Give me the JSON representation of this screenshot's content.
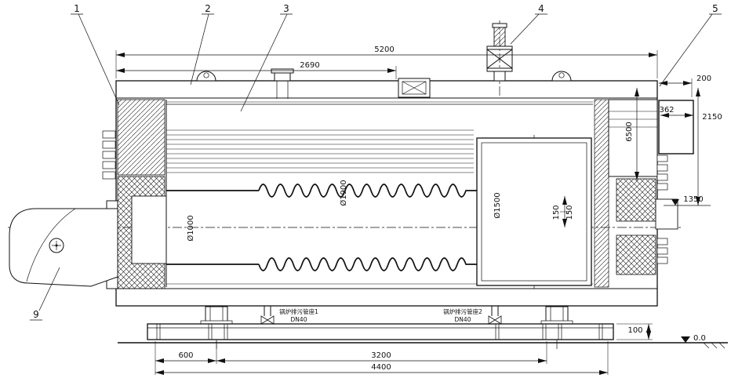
{
  "colors": {
    "line": "#111111",
    "background": "#ffffff"
  },
  "callouts": {
    "c1": "1",
    "c2": "2",
    "c3": "3",
    "c4": "4",
    "c5": "5",
    "c9": "9"
  },
  "dimensions": {
    "d5200": "5200",
    "d2690": "2690",
    "d200": "200",
    "d362": "362",
    "d2150": "2150",
    "d6500": "6500",
    "d1350": "1350",
    "dia1000": "Ø1000",
    "dia1900": "Ø1900",
    "dia1500": "Ø1500",
    "d150a": "150",
    "d150b": "150",
    "d100": "100",
    "d600": "600",
    "d3200": "3200",
    "d4400": "4400",
    "level0": "0.0"
  },
  "annotations": {
    "blowdown1": "锅炉排污管座1",
    "blowdown1_dn": "DN40",
    "blowdown2": "锅炉排污管座2",
    "blowdown2_dn": "DN40"
  }
}
